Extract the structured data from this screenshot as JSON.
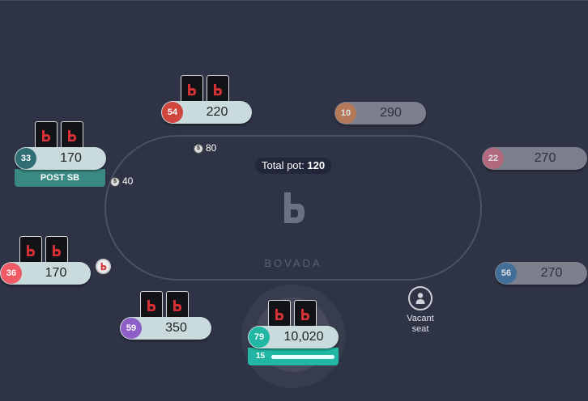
{
  "table": {
    "total_pot_label": "Total pot:",
    "total_pot_value": "120",
    "brand_wordmark": "BOVADA",
    "colors": {
      "background": "#2e3345",
      "felt_border": "#4c5266",
      "plate": "#c9dbdd",
      "hero_accent": "#21b7a4"
    }
  },
  "seats": {
    "s54": {
      "badge": "54",
      "stack": "220",
      "badge_color": "#d0453d",
      "cards_visible": true
    },
    "s10": {
      "badge": "10",
      "stack": "290",
      "badge_color": "#c8774a",
      "cards_visible": false
    },
    "s33": {
      "badge": "33",
      "stack": "170",
      "badge_color": "#2f6e72",
      "action": "POST SB",
      "cards_visible": true
    },
    "s22": {
      "badge": "22",
      "stack": "270",
      "badge_color": "#c46078",
      "cards_visible": false
    },
    "s36": {
      "badge": "36",
      "stack": "170",
      "badge_color": "#f15a64",
      "cards_visible": true
    },
    "s56": {
      "badge": "56",
      "stack": "270",
      "badge_color": "#2f6a9e",
      "cards_visible": false
    },
    "s59": {
      "badge": "59",
      "stack": "350",
      "badge_color": "#8f5fc8",
      "cards_visible": true
    },
    "hero": {
      "badge": "79",
      "stack": "10,020",
      "badge_color": "#21b7a4",
      "timer": "15",
      "timer_fraction": 0.95
    }
  },
  "bets": {
    "top": "80",
    "left": "40",
    "chip_icon": "dollar-chip-icon"
  },
  "vacant_seat": {
    "label": "Vacant seat",
    "icon": "person-icon"
  }
}
